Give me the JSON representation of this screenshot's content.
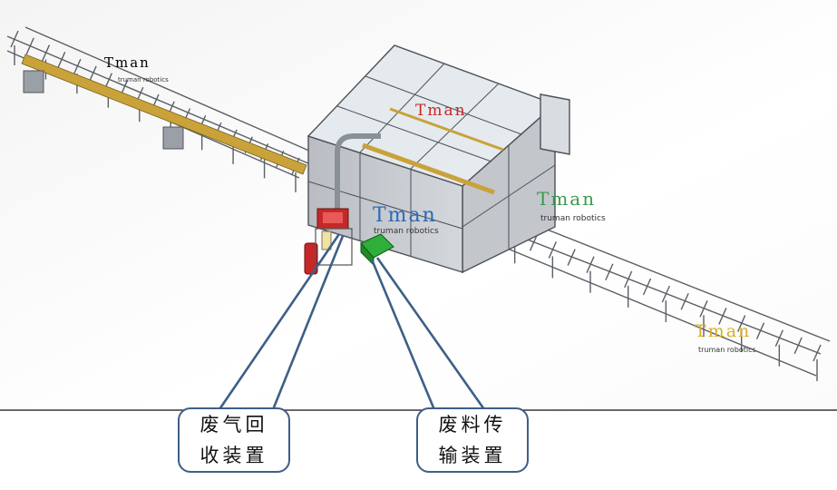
{
  "callouts": [
    {
      "id": "exhaust",
      "text": "废气回\n收装置"
    },
    {
      "id": "waste",
      "text": "废料传\n输装置"
    }
  ],
  "watermark": {
    "brand": "Tman",
    "tagline": "truman robotics"
  },
  "colors": {
    "frame": "#5a5f66",
    "rail": "#c9a23a",
    "panel": "#c8ccd1",
    "glass": "#dfe7ee",
    "callout_border": "#3e5f86",
    "exhaust_unit": "#c62828",
    "waste_unit": "#2fae3a"
  }
}
